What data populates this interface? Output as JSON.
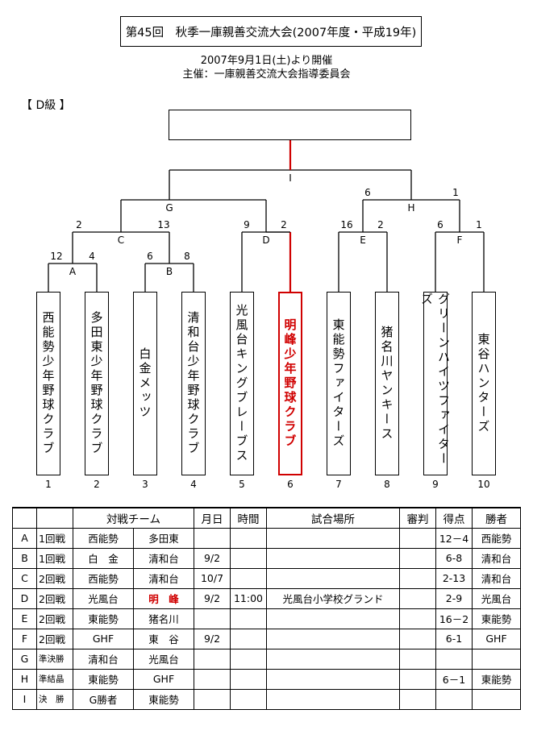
{
  "header": {
    "title": "第45回　秋季一庫親善交流大会(2007年度・平成19年)",
    "date_line": "2007年9月1日(土)より開催",
    "organizer_line": "主催：一庫親善交流大会指導委員会"
  },
  "level_label": "【 D級 】",
  "bracket": {
    "match_labels": {
      "A": "A",
      "B": "B",
      "C": "C",
      "D": "D",
      "E": "E",
      "F": "F",
      "G": "G",
      "H": "H",
      "I": "I"
    },
    "scores": {
      "A_left": "12",
      "A_right": "4",
      "B_left": "6",
      "B_right": "8",
      "C_left": "2",
      "C_right": "13",
      "D_left": "9",
      "D_right": "2",
      "E_left": "16",
      "E_right": "2",
      "F_left": "6",
      "F_right": "1",
      "G_left": "",
      "G_right": "",
      "H_left": "6",
      "H_right": "1"
    },
    "teams": [
      {
        "no": "1",
        "name": "西能勢少年野球クラブ"
      },
      {
        "no": "2",
        "name": "多田東少年野球クラブ"
      },
      {
        "no": "3",
        "name": "白金メッツ"
      },
      {
        "no": "4",
        "name": "清和台少年野球クラブ"
      },
      {
        "no": "5",
        "name": "光風台キングブレーブス"
      },
      {
        "no": "6",
        "name": "明峰少年野球クラブ"
      },
      {
        "no": "7",
        "name": "東能勢ファイターズ"
      },
      {
        "no": "8",
        "name": "猪名川ヤンキース"
      },
      {
        "no": "9",
        "name": "グリーンハイツファイターズ"
      },
      {
        "no": "10",
        "name": "東谷ハンターズ"
      }
    ],
    "highlight_color": "#d00000"
  },
  "table": {
    "headers": {
      "match": "対戦チーム",
      "date": "月日",
      "time": "時間",
      "venue": "試合場所",
      "umpire": "審判",
      "score": "得点",
      "winner": "勝者"
    },
    "rows": [
      {
        "id": "A",
        "round": "1回戦",
        "team1": "西能勢",
        "team2": "多田東",
        "date": "",
        "time": "",
        "venue": "",
        "umpire": "",
        "score": "12－4",
        "winner": "西能勢"
      },
      {
        "id": "B",
        "round": "1回戦",
        "team1": "白　金",
        "team2": "清和台",
        "date": "9/2",
        "time": "",
        "venue": "",
        "umpire": "",
        "score": "6-8",
        "winner": "清和台"
      },
      {
        "id": "C",
        "round": "2回戦",
        "team1": "西能勢",
        "team2": "清和台",
        "date": "10/7",
        "time": "",
        "venue": "",
        "umpire": "",
        "score": "2-13",
        "winner": "清和台"
      },
      {
        "id": "D",
        "round": "2回戦",
        "team1": "光風台",
        "team2": "明　峰",
        "date": "9/2",
        "time": "11:00",
        "venue": "光風台小学校グランド",
        "umpire": "",
        "score": "2-9",
        "winner": "光風台"
      },
      {
        "id": "E",
        "round": "2回戦",
        "team1": "東能勢",
        "team2": "猪名川",
        "date": "",
        "time": "",
        "venue": "",
        "umpire": "",
        "score": "16－2",
        "winner": "東能勢"
      },
      {
        "id": "F",
        "round": "2回戦",
        "team1": "GHF",
        "team2": "東　谷",
        "date": "9/2",
        "time": "",
        "venue": "",
        "umpire": "",
        "score": "6-1",
        "winner": "GHF"
      },
      {
        "id": "G",
        "round": "準決勝",
        "team1": "清和台",
        "team2": "光風台",
        "date": "",
        "time": "",
        "venue": "",
        "umpire": "",
        "score": "",
        "winner": ""
      },
      {
        "id": "H",
        "round": "準結晶",
        "team1": "東能勢",
        "team2": "GHF",
        "date": "",
        "time": "",
        "venue": "",
        "umpire": "",
        "score": "6－1",
        "winner": "東能勢"
      },
      {
        "id": "I",
        "round": "決　勝",
        "team1": "G勝者",
        "team2": "東能勢",
        "date": "",
        "time": "",
        "venue": "",
        "umpire": "",
        "score": "",
        "winner": ""
      }
    ]
  }
}
